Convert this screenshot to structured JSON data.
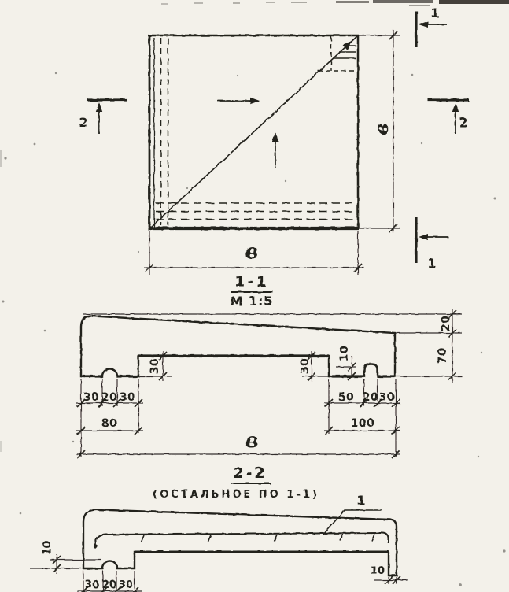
{
  "colors": {
    "ink": "#24211c",
    "paper": "#f3f1ea"
  },
  "plan": {
    "width_label": "в",
    "height_label": "в",
    "marks": {
      "cut1_top": "1",
      "cut1_bottom": "1",
      "cut2_left": "2",
      "cut2_right": "2"
    }
  },
  "section1": {
    "title": "1-1",
    "scale": "М 1:5",
    "dims": {
      "rise": "20",
      "depth": "70",
      "step_left": "30",
      "step_right": "30",
      "groove": "10",
      "left_chain": [
        "30",
        "20",
        "30"
      ],
      "left_total": "80",
      "right_chain": [
        "50",
        "20",
        "30"
      ],
      "right_total": "100",
      "width": "в"
    }
  },
  "section2": {
    "title": "2-2",
    "subtitle": "(ОСТАЛЬНОЕ ПО 1-1)",
    "rebar_mark": "1",
    "dims": {
      "edge_left": "10",
      "left_chain": [
        "30",
        "20",
        "30"
      ],
      "edge_right": "10"
    }
  }
}
